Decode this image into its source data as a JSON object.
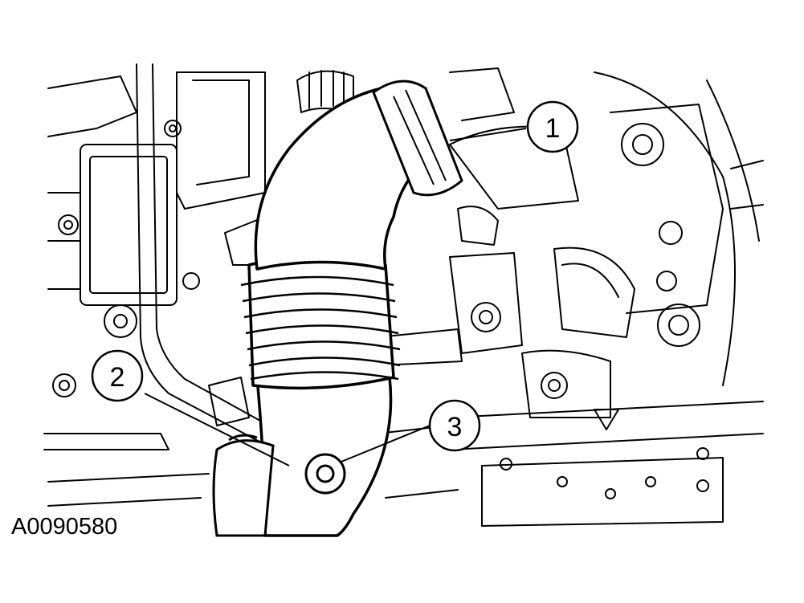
{
  "figure": {
    "id": "A0090580",
    "callouts": [
      {
        "label": "1"
      },
      {
        "label": "2"
      },
      {
        "label": "3"
      }
    ]
  }
}
